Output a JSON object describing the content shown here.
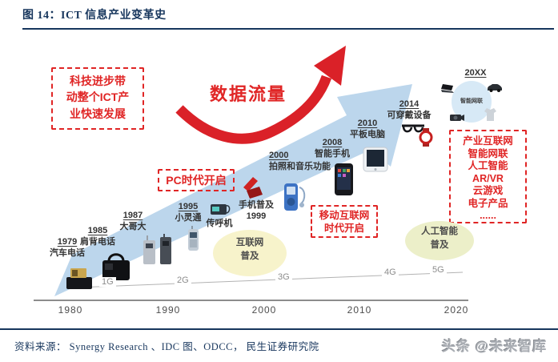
{
  "page": {
    "title": "图 14：ICT 信息产业变革史",
    "source": "资料来源： Synergy Research 、IDC 图、ODCC， 民生证券研究院",
    "watermark": "头条 @未来智库"
  },
  "callouts": {
    "tech_progress": "科技进步带\n动整个ICT产\n业快速发展",
    "data_traffic": "数据流量",
    "pc_era": "PC时代开启",
    "mobile_era": "移动互联网\n时代开启",
    "future_list": "产业互联网\n智能网联\n人工智能\nAR/VR\n云游戏\n电子产品\n......",
    "internet_spread": "互联网\n普及",
    "ai_spread": "人工智能\n普及",
    "smart_connect": "智能网联"
  },
  "milestones": [
    {
      "year": "1979",
      "label": "汽车电话",
      "icon": "car-phone-icon"
    },
    {
      "year": "1985",
      "label": "肩背电话",
      "icon": "bag-phone-icon"
    },
    {
      "year": "1987",
      "label": "大哥大",
      "icon": "brick-phone-icon"
    },
    {
      "year": "1995",
      "label": "小灵通",
      "icon": "phs-phone-icon"
    },
    {
      "year": "",
      "label": "传呼机",
      "icon": "pager-icon"
    },
    {
      "year": "1999",
      "label": "手机普及",
      "icon": "flip-phone-icon"
    },
    {
      "year": "2000",
      "label": "拍照和音乐功能",
      "icon": "mp3-player-icon"
    },
    {
      "year": "2008",
      "label": "智能手机",
      "icon": "smartphone-icon"
    },
    {
      "year": "2010",
      "label": "平板电脑",
      "icon": "tablet-icon"
    },
    {
      "year": "2014",
      "label": "可穿戴设备",
      "icon": "smart-glasses-icon, smartwatch-icon"
    },
    {
      "year": "20XX",
      "label": "",
      "icon": "laptop-icon, car-icon, camera-icon, clothing-icon"
    }
  ],
  "timeline": {
    "axis_years": [
      "1980",
      "1990",
      "2000",
      "2010",
      "2020"
    ],
    "generations": [
      "1G",
      "2G",
      "3G",
      "4G",
      "5G"
    ]
  },
  "colors": {
    "accent_red": "#e02525",
    "arrow_blue": "#bcd6ec",
    "navy": "#17365d",
    "ellipse_yellow": "#f7f3cb",
    "ellipse_green": "#ecefc9",
    "circle_blue": "#d7e9f6"
  }
}
